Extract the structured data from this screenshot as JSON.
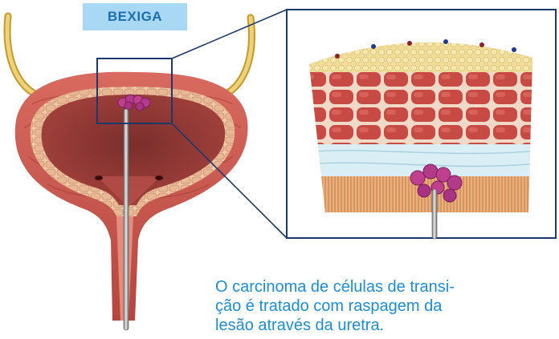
{
  "title": "BEXIGA",
  "caption_lines": [
    "O carcinoma de células de transi-",
    "ção é tratado com raspagem da",
    "lesão através da uretra."
  ],
  "colors": {
    "badge_bg": "#a9d8f5",
    "badge_fg": "#1a6fb4",
    "caption": "#1c8ed6",
    "zoom_frame": "#1b3a6b",
    "muscle": "#c9534f",
    "lumen": "#8a3a36",
    "fat": "#e9d48a",
    "submucosa": "#cfe6ee",
    "tumor": "#b23a8a",
    "ureter": "#d6b446"
  },
  "icons": [
    "bladder-illustration",
    "zoom-box",
    "tissue-layers-illustration",
    "tumor-icon",
    "resectoscope-instrument"
  ]
}
